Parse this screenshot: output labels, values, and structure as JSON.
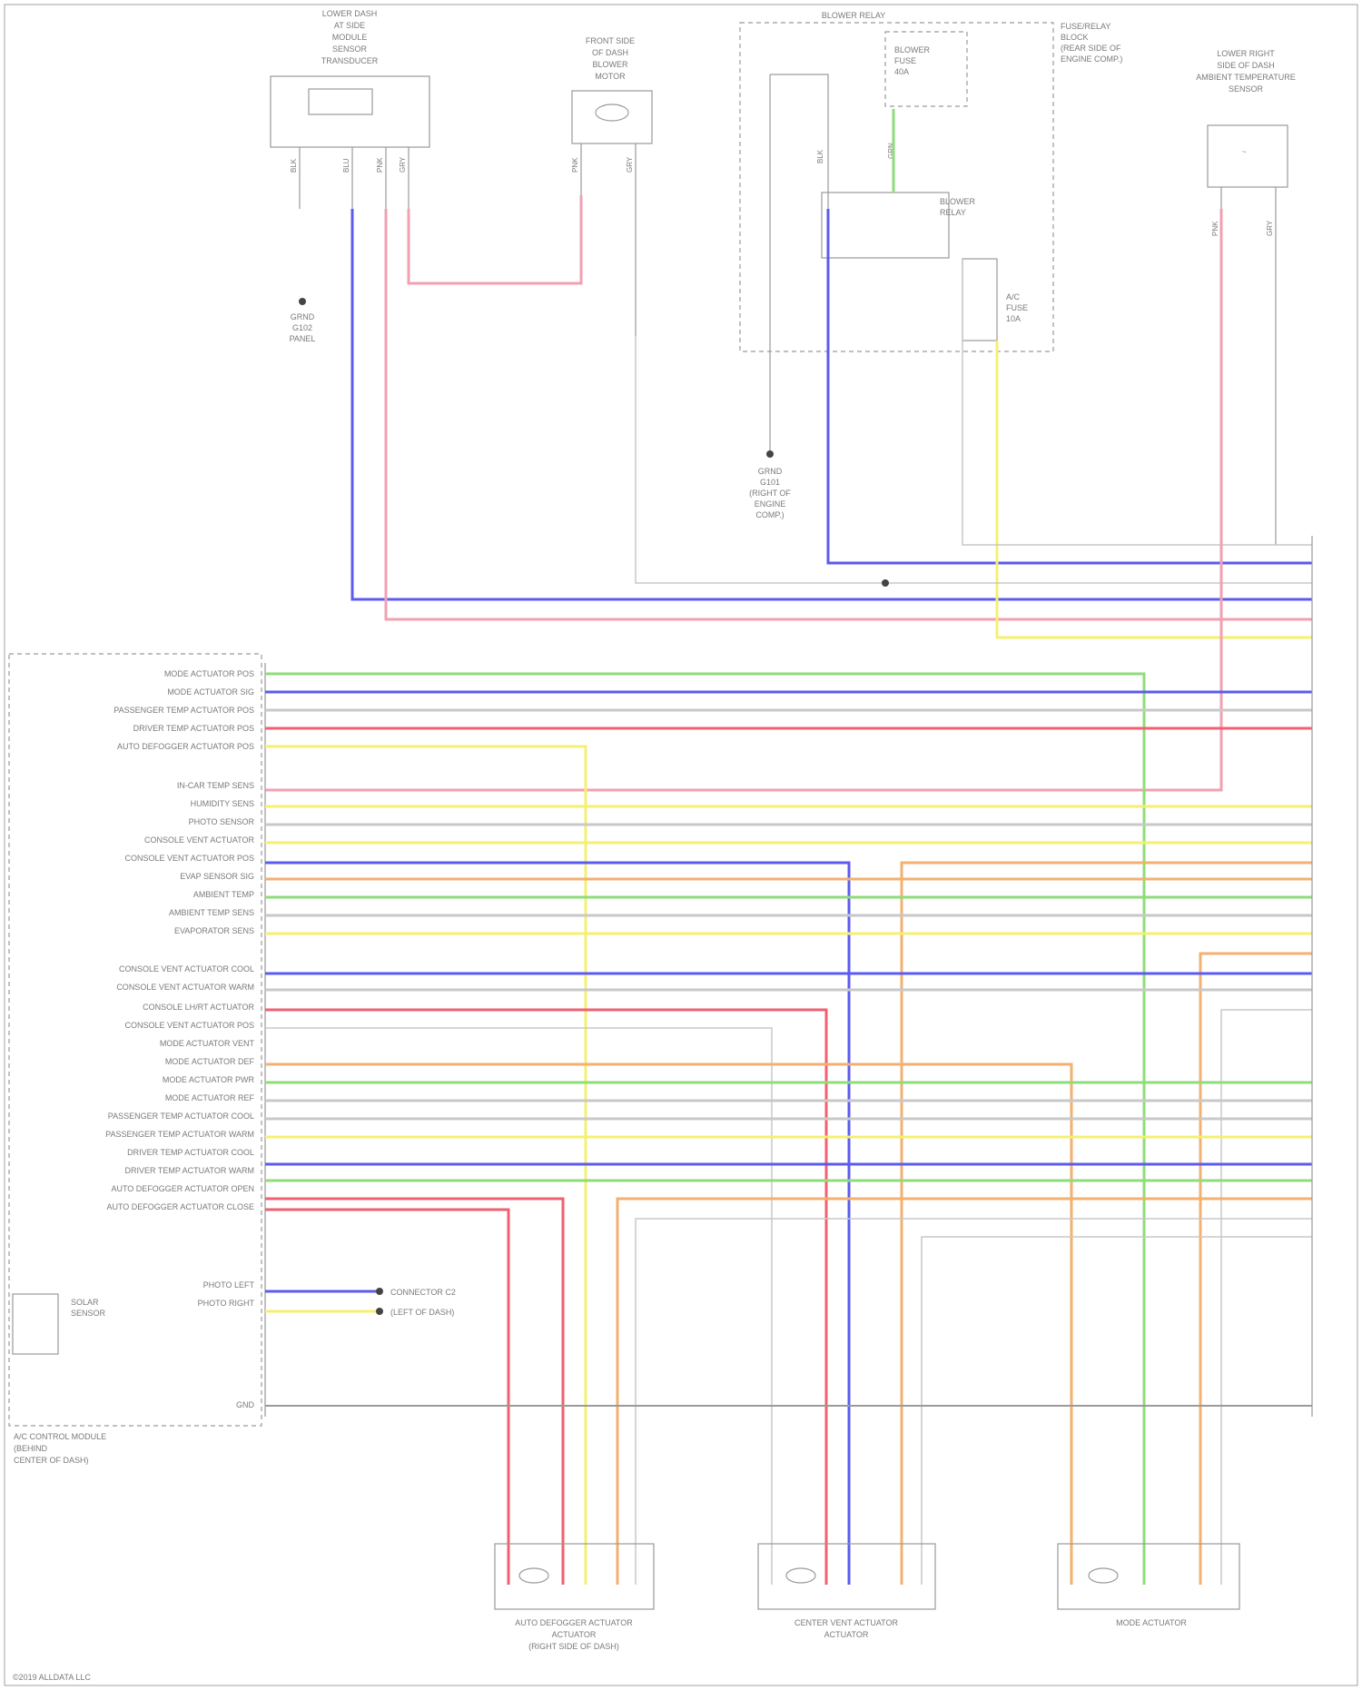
{
  "module_labels": [
    "BLOWER MOTOR",
    "A/C CONTROL MODULE",
    "MODE ACTUATOR",
    "CENTER VENT ACTUATOR",
    "AUTO DEFOGGER ACTUATOR"
  ],
  "footer_text": "©2019 ALLDATA LLC",
  "colors": {
    "blue": "#5b5bf0",
    "pink": "#f2a0b0",
    "yellow": "#f4f070",
    "green": "#8fdc7a",
    "gray": "#c8c8c8",
    "red": "#f06070",
    "orange": "#f3b070",
    "black": "#333333"
  }
}
